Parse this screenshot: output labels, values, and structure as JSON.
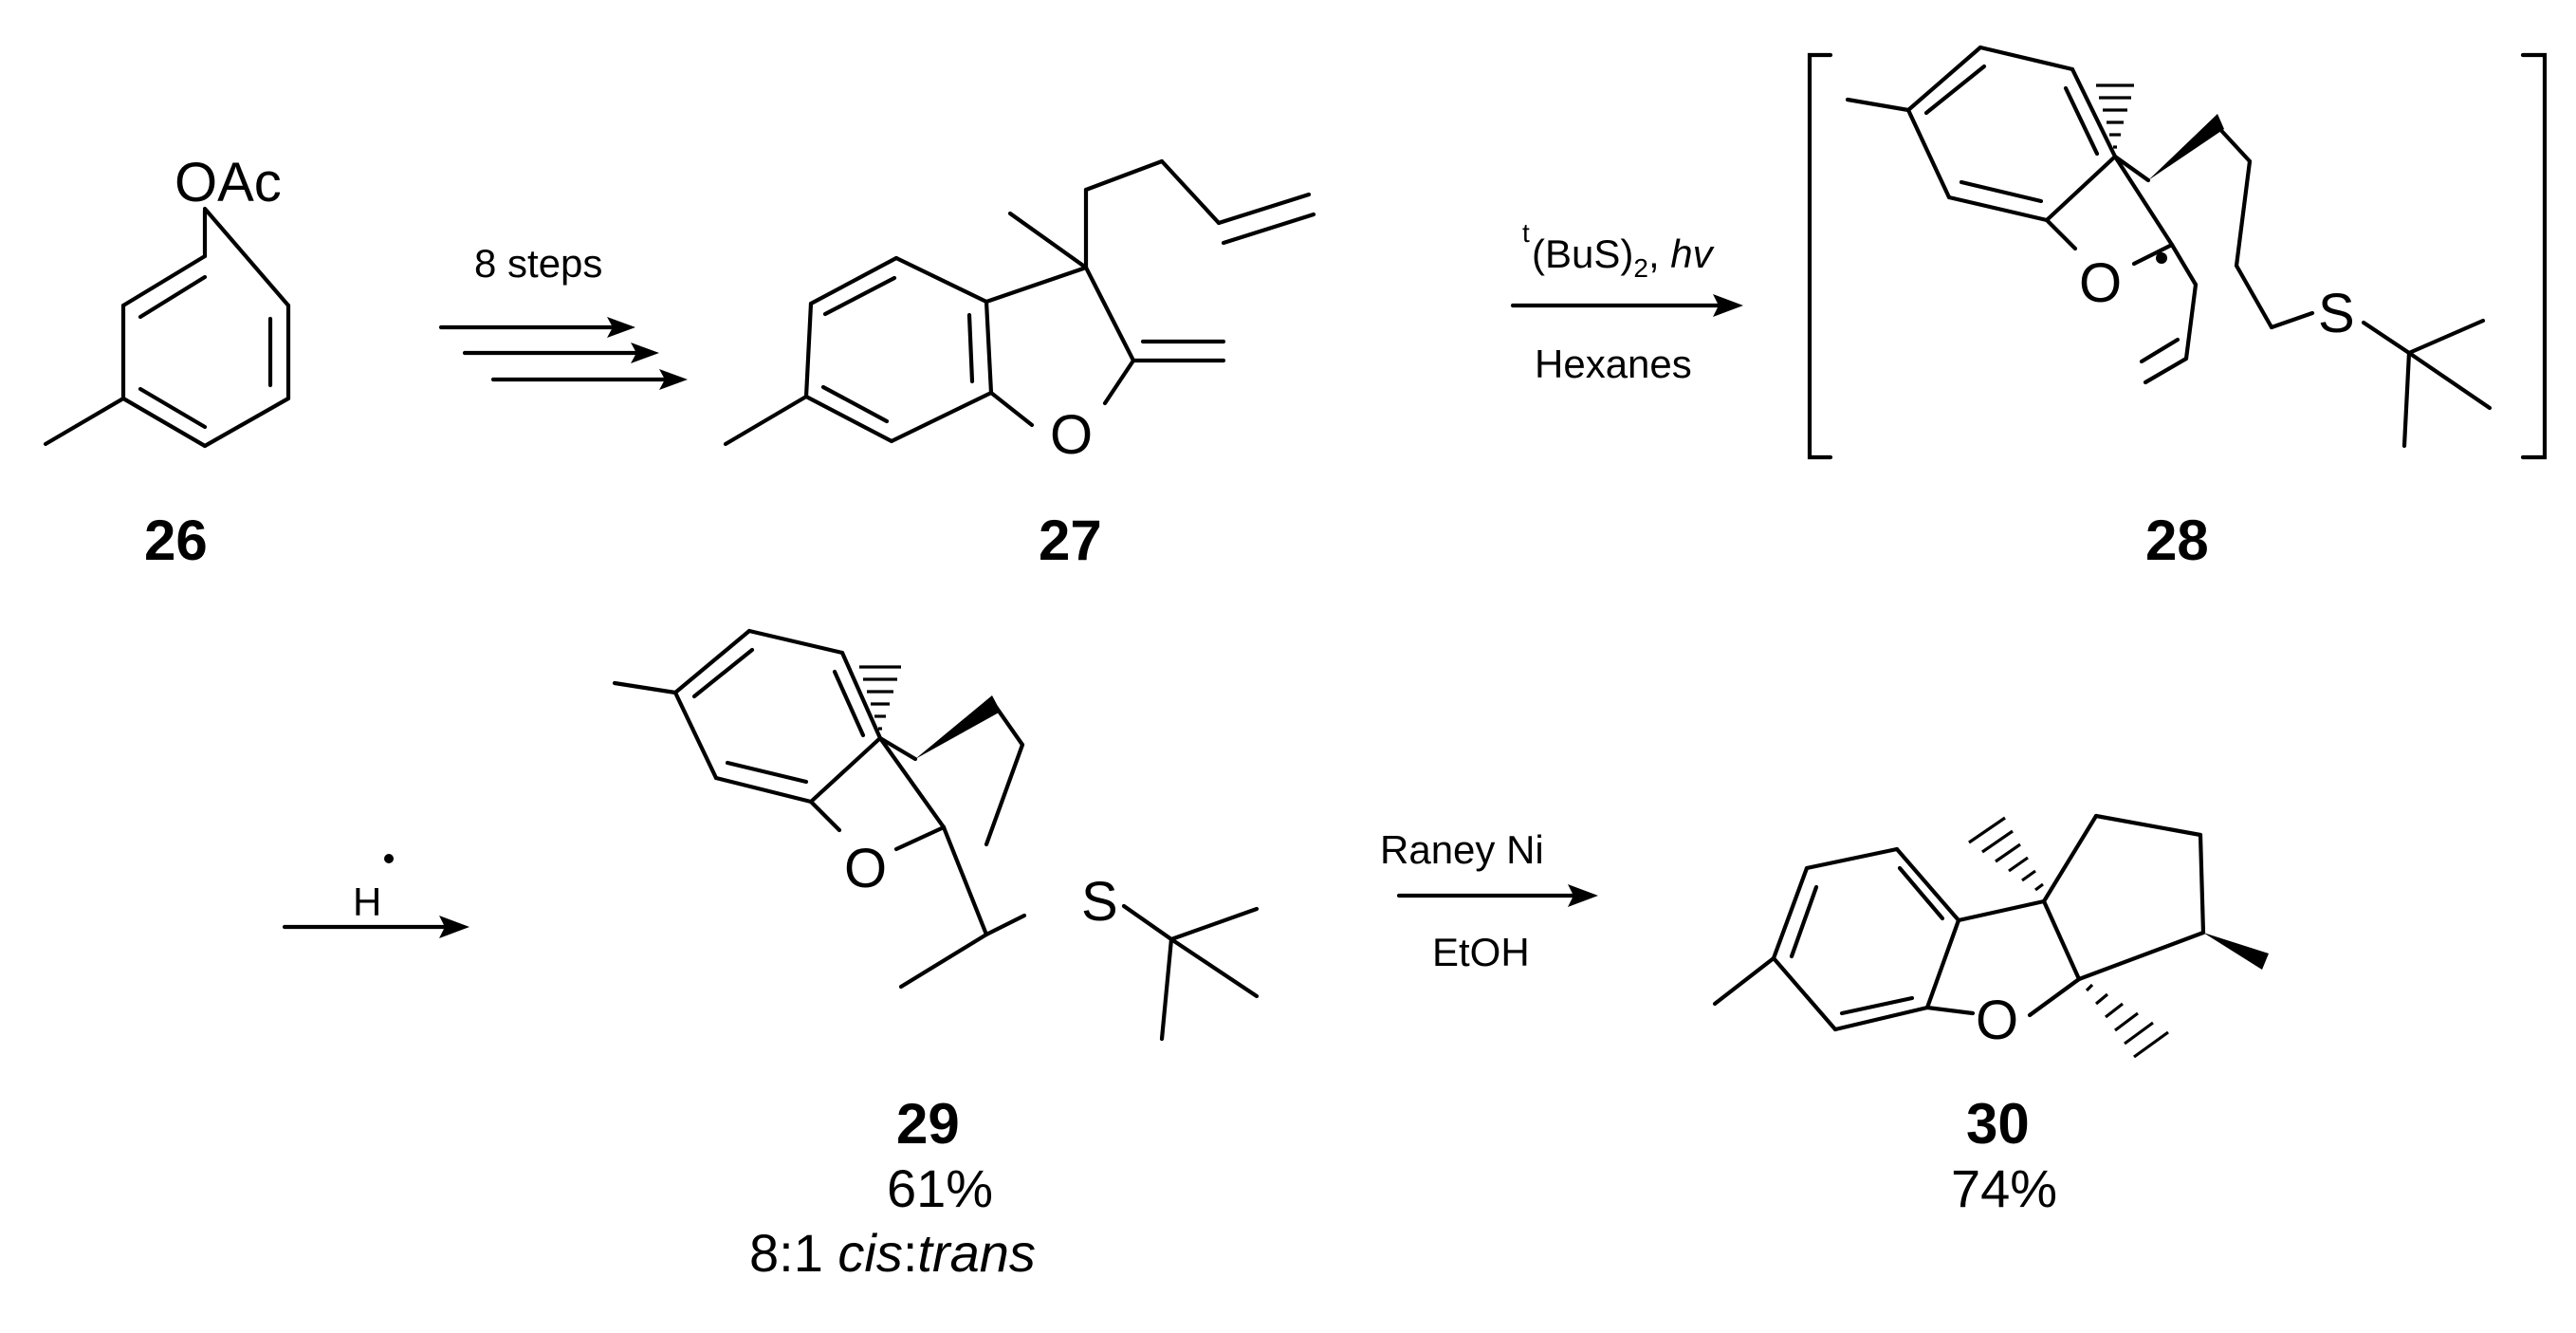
{
  "compounds": {
    "c26": {
      "label": "26",
      "substituent": "OAc"
    },
    "c27": {
      "label": "27",
      "oxygen": "O"
    },
    "c28": {
      "label": "28",
      "oxygen": "O",
      "sulfur": "S"
    },
    "c29": {
      "label": "29",
      "oxygen": "O",
      "sulfur": "S",
      "yield": "61%",
      "ratio_prefix": "8:1 ",
      "ratio_italic": "cis",
      "ratio_colon": ":",
      "ratio_italic2": "trans"
    },
    "c30": {
      "label": "30",
      "oxygen": "O",
      "yield": "74%"
    }
  },
  "steps": {
    "step1": {
      "above": "8 steps"
    },
    "step2": {
      "tbu_sup": "t",
      "reagent": "(BuS)",
      "subscript": "2",
      "sep": ", ",
      "light": "hv",
      "below": "Hexanes"
    },
    "step3": {
      "reagent": "H"
    },
    "step4": {
      "above": "Raney Ni",
      "below": "EtOH"
    }
  }
}
